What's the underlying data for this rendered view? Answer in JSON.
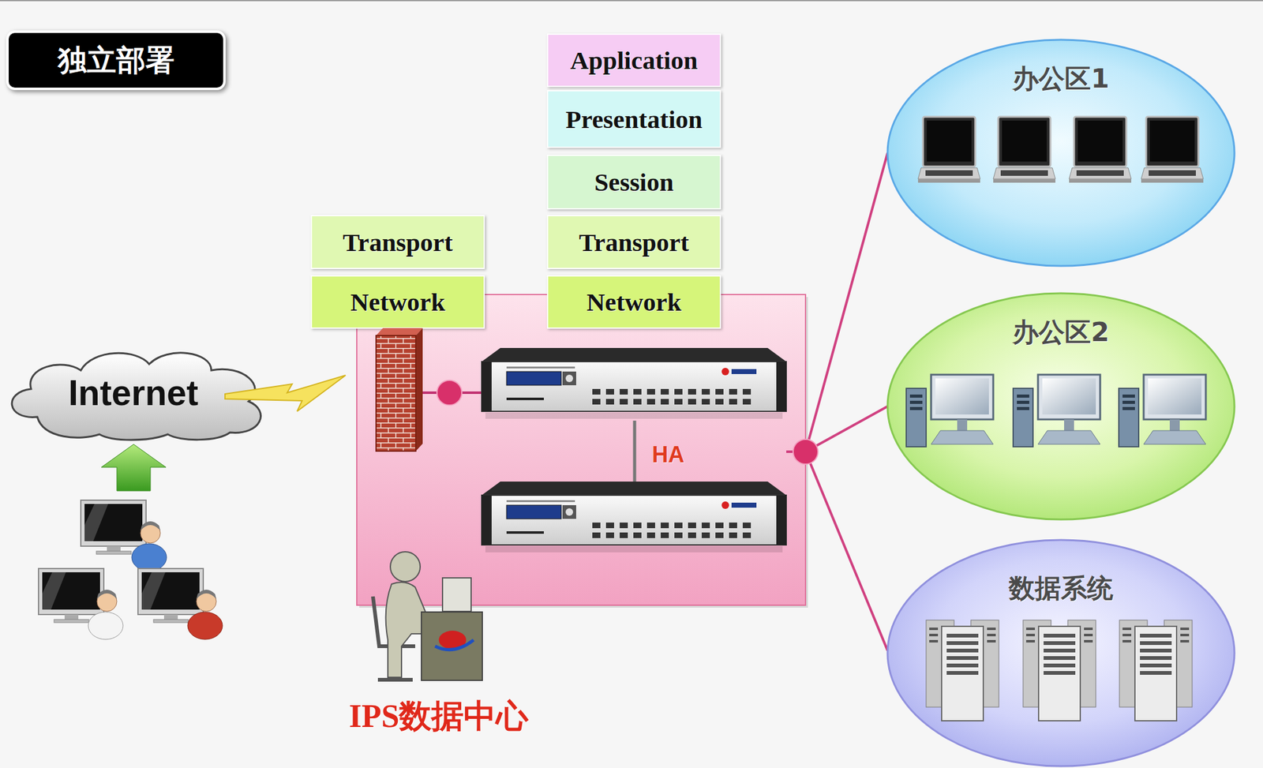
{
  "diagram": {
    "title": "独立部署",
    "nodes": [
      {
        "text": [
          "Application"
        ]
      },
      {
        "text": [
          "Presentation"
        ]
      },
      {
        "text": [
          "Session"
        ]
      },
      {
        "text": [
          "Transport"
        ]
      },
      {
        "text": [
          "Transport"
        ]
      },
      {
        "text": [
          "Network"
        ]
      },
      {
        "text": [
          "Network"
        ]
      },
      {
        "text": [
          "Internet"
        ]
      },
      {
        "text": [
          "办公区1"
        ]
      },
      {
        "text": [
          "办公区2"
        ]
      },
      {
        "text": [
          "数据系统"
        ]
      }
    ],
    "labels": [
      "HA",
      "IPS数据中心"
    ]
  }
}
